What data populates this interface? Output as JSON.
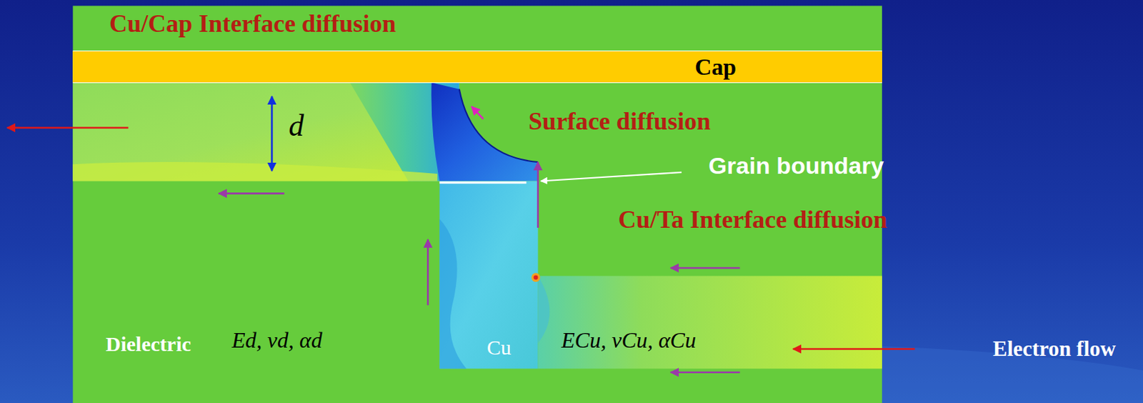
{
  "diagram": {
    "nodes": [
      {
        "text": [
          "Cap"
        ]
      }
    ],
    "labels": [
      "Cu/Cap Interface diffusion",
      "d",
      "Surface diffusion",
      "Grain boundary",
      "Cu/Ta Interface diffusion",
      "Dielectric",
      "Ed, νd, αd",
      "Cu",
      "ECu, νCu, αCu",
      "Electron flow"
    ]
  }
}
